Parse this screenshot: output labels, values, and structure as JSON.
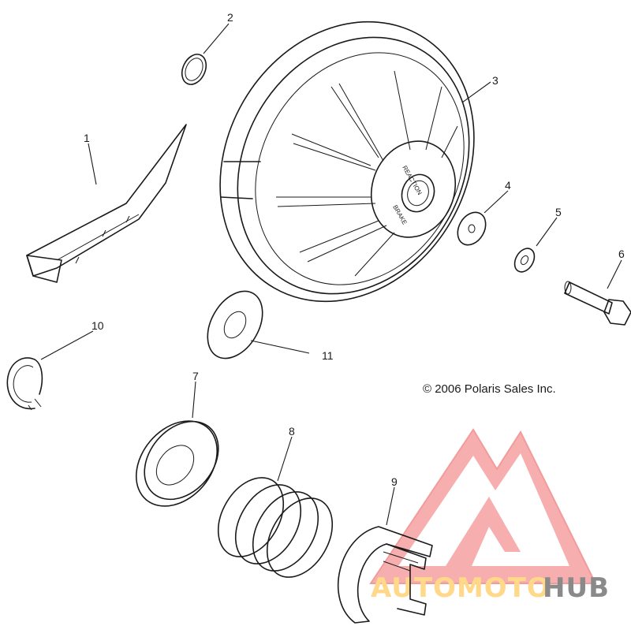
{
  "diagram": {
    "callouts": [
      "1",
      "2",
      "3",
      "4",
      "5",
      "6",
      "7",
      "8",
      "9",
      "10",
      "11"
    ],
    "copyright": "© 2006 Polaris Sales Inc.",
    "hub_text": [
      "REACTION",
      "BRAKE"
    ]
  },
  "watermark": {
    "part1": "AUTOMOTO",
    "part2": "HUB",
    "colors": {
      "primary": "#f08a8a",
      "accent": "#ffd88a",
      "secondary": "#8a8a8a"
    }
  }
}
